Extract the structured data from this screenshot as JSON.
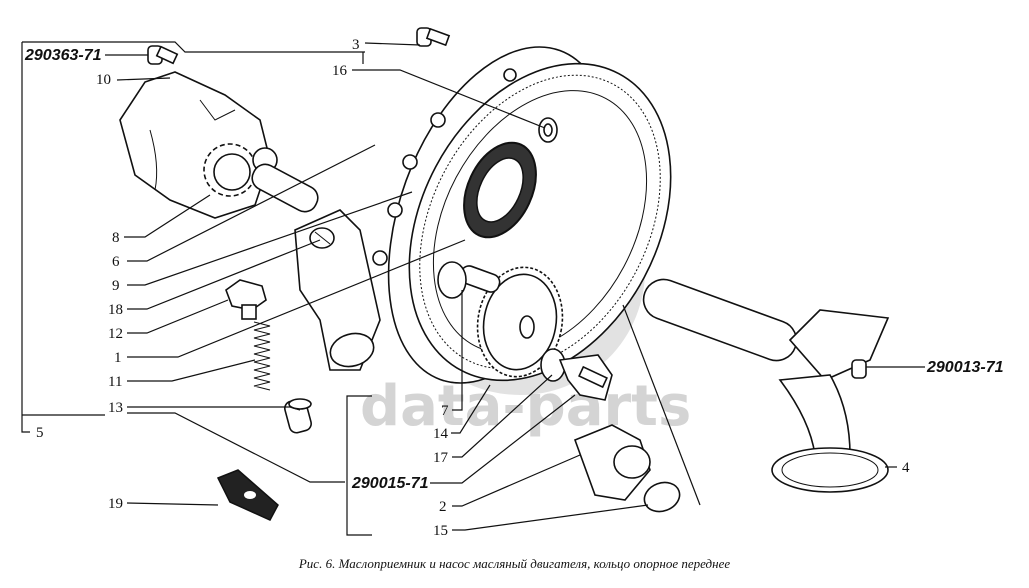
{
  "figure": {
    "caption": "Рис. 6. Маслоприемник и насос масляный двигателя, кольцо опорное переднее",
    "watermark": "data-parts"
  },
  "part_codes": {
    "bolt_top_left": "290363-71",
    "bolt_bottom_center": "290015-71",
    "bolt_right": "290013-71"
  },
  "callouts": {
    "c1": "1",
    "c2": "2",
    "c3": "3",
    "c4": "4",
    "c5": "5",
    "c6": "6",
    "c7": "7",
    "c8": "8",
    "c9": "9",
    "c10": "10",
    "c11": "11",
    "c12": "12",
    "c13": "13",
    "c14": "14",
    "c15": "15",
    "c16": "16",
    "c17": "17",
    "c18": "18",
    "c19": "19"
  },
  "colors": {
    "ink": "#111111",
    "watermark": "#d4d4d4"
  }
}
